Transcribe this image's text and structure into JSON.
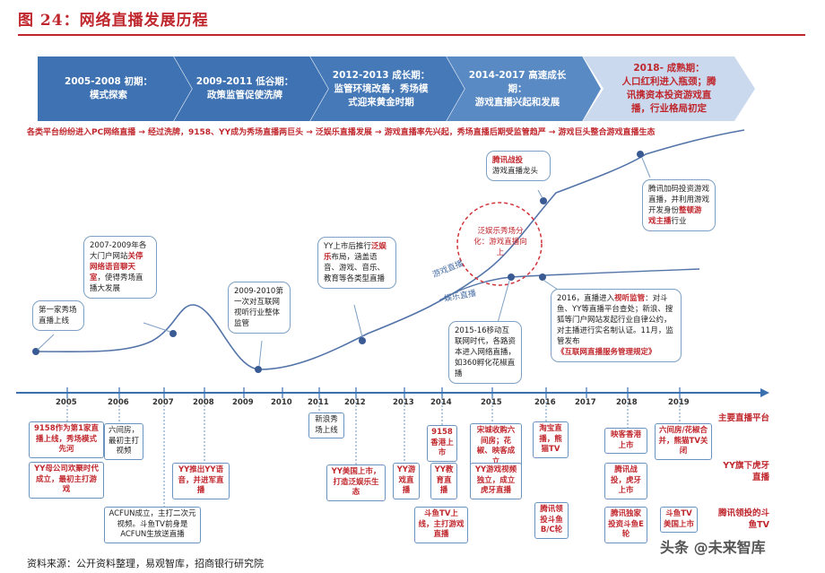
{
  "figure": {
    "title": "图 24：网络直播发展历程",
    "source": "资料来源：公开资料整理，易观智库，招商银行研究院",
    "watermark": "头条 @未来智库"
  },
  "colors": {
    "accent": "#c0272d",
    "phase_dark": "#3a6fb0",
    "phase_mid": "#4d82c2",
    "phase_light": "#c9d8ee",
    "curve": "#4a6fa5",
    "timeline": "#3a6fb0"
  },
  "phases": [
    {
      "period": "2005-2008 初期：",
      "desc": "模式探索"
    },
    {
      "period": "2009-2011 低谷期：",
      "desc": "政策监管促使洗牌"
    },
    {
      "period": "2012-2013 成长期：",
      "desc": "监管环境改善，秀场模式迎来黄金时期"
    },
    {
      "period": "2014-2017 高速成长期：",
      "desc": "游戏直播兴起和发展"
    },
    {
      "period": "2018- 成熟期：",
      "desc": "人口红利进入瓶颈；腾讯携资本投资游戏直播，行业格局初定"
    }
  ],
  "flow_text": "各类平台纷纷进入PC网络直播 → 经过洗牌，9158、YY成为秀场直播两巨头 → 泛娱乐直播发展 → 游戏直播率先兴起，秀场直播后期受监管趋严 → 游戏巨头整合游戏直播生态",
  "curve_labels": {
    "game": "游戏直播",
    "entertainment": "娱乐直播"
  },
  "callouts": [
    {
      "id": "c1",
      "text": "第一家秀场直播上线"
    },
    {
      "id": "c2",
      "pre": "2007-2009年各大门户网站",
      "hl": "关停网络语音聊天室",
      "post": "，使得秀场直播大发展"
    },
    {
      "id": "c3",
      "text": "2009-2010第一次对互联网视听行业整体监管"
    },
    {
      "id": "c4",
      "pre": "YY上市后推行",
      "hl": "泛娱乐",
      "post": "布局，涵盖语音、游戏、音乐、教育等各类型直播"
    },
    {
      "id": "c5",
      "text": "泛娱乐秀场分化：游戏直播向上"
    },
    {
      "id": "c6",
      "text": "2015-16移动互联网时代，各路资本进入网络直播，如360孵化花椒直播"
    },
    {
      "id": "c7",
      "hl": "腾讯战投",
      "post": "游戏直播龙头"
    },
    {
      "id": "c8",
      "pre": "腾讯加码投资游戏直播，并利用游戏开发身份",
      "hl": "整顿游戏主播",
      "post": "行业"
    },
    {
      "id": "c9",
      "pre": "2016，直播进入",
      "hl": "视听监管",
      "post": "：对斗鱼、YY等直播平台查处；新浪、搜狐等门户网站发起行业自律公约，对主播进行实名制认证。11月，监管发布",
      "hl2": "《互联网直播服务管理规定》"
    }
  ],
  "years": [
    "2005",
    "2006",
    "2007",
    "2008",
    "2009",
    "2010",
    "2011",
    "2012",
    "2013",
    "2014",
    "2015",
    "2016",
    "2017",
    "2018",
    "2019"
  ],
  "row_labels": [
    "主要直播平台",
    "YY旗下虎牙直播",
    "腾讯领投的斗鱼TV"
  ],
  "events": [
    {
      "id": "e1",
      "text": "9158作为第1家直播上线，秀场模式先河",
      "red": true
    },
    {
      "id": "e2",
      "text": "YY母公司欢聚时代成立，最初主打游戏",
      "red": false
    },
    {
      "id": "e3",
      "text": "六间房，最初主打视频",
      "red": false
    },
    {
      "id": "e4",
      "text": "ACFUN成立，主打二次元视频。斗鱼TV前身是ACFUN生放送直播",
      "red": false
    },
    {
      "id": "e5",
      "text": "YY推出YY语音，并进军直播",
      "red": false
    },
    {
      "id": "e6",
      "text": "新浪秀场上线",
      "red": false
    },
    {
      "id": "e7",
      "text": "YY美国上市，打造泛娱乐生态",
      "red": false
    },
    {
      "id": "e8",
      "text": "YY游戏直播",
      "red": false
    },
    {
      "id": "e9",
      "text": "9158香港上市",
      "red": true
    },
    {
      "id": "e10",
      "text": "YY教育直播",
      "red": false
    },
    {
      "id": "e11",
      "text": "斗鱼TV上线，主打游戏直播",
      "red": false
    },
    {
      "id": "e12",
      "text": "宋城收购六间房；花椒、映客成立",
      "red": false
    },
    {
      "id": "e13",
      "text": "YY游戏视频独立，成立虎牙直播",
      "red": false
    },
    {
      "id": "e14",
      "text": "淘宝直播，熊猫TV",
      "red": false
    },
    {
      "id": "e15",
      "text": "腾讯领投斗鱼B/C轮",
      "red": false
    },
    {
      "id": "e16",
      "text": "映客香港上市",
      "red": false
    },
    {
      "id": "e17",
      "text": "腾讯战投，虎牙上市",
      "red": false
    },
    {
      "id": "e18",
      "text": "腾讯独家投资斗鱼E轮",
      "red": false
    },
    {
      "id": "e19",
      "text": "六间房/花椒合并，熊猫TV关闭",
      "red": false
    },
    {
      "id": "e20",
      "text": "斗鱼TV美国上市",
      "red": false
    }
  ]
}
